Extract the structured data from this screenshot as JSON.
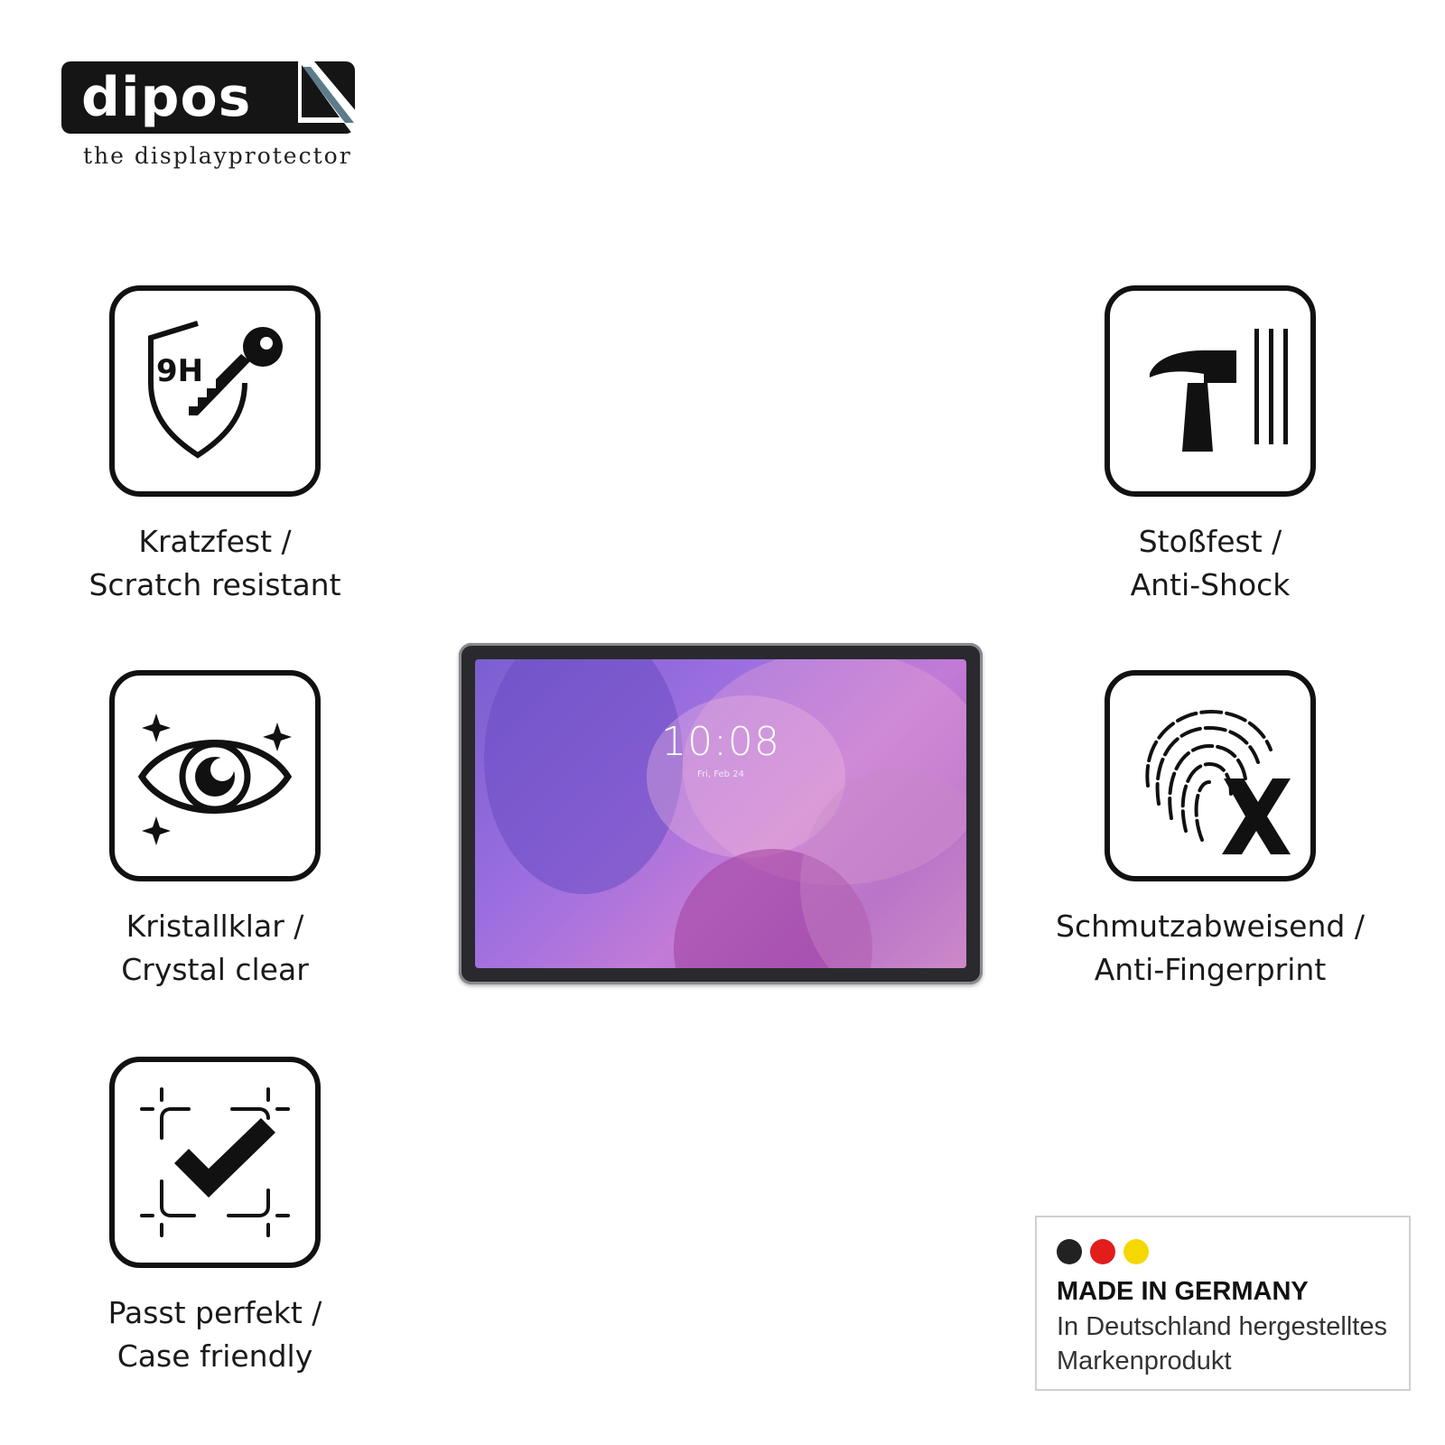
{
  "brand": {
    "name": "dipos",
    "tagline": "the displayprotector"
  },
  "features": [
    {
      "icon": "scratch-shield-icon",
      "badge": "9H",
      "line1": "Kratzfest /",
      "line2": "Scratch resistant"
    },
    {
      "icon": "hammer-icon",
      "line1": "Stoßfest /",
      "line2": "Anti-Shock"
    },
    {
      "icon": "eye-icon",
      "line1": "Kristallklar /",
      "line2": "Crystal clear"
    },
    {
      "icon": "fingerprint-x-icon",
      "line1": "Schmutzabweisend /",
      "line2": "Anti-Fingerprint"
    },
    {
      "icon": "checkmark-frame-icon",
      "line1": "Passt perfekt /",
      "line2": "Case friendly"
    }
  ],
  "tablet": {
    "time": "10:08",
    "date": "Fri, Feb 24"
  },
  "made_in": {
    "title": "MADE IN GERMANY",
    "line1": "In Deutschland hergestelltes",
    "line2": "Markenprodukt",
    "colors": [
      "#222222",
      "#e31c1c",
      "#f5d800"
    ]
  }
}
